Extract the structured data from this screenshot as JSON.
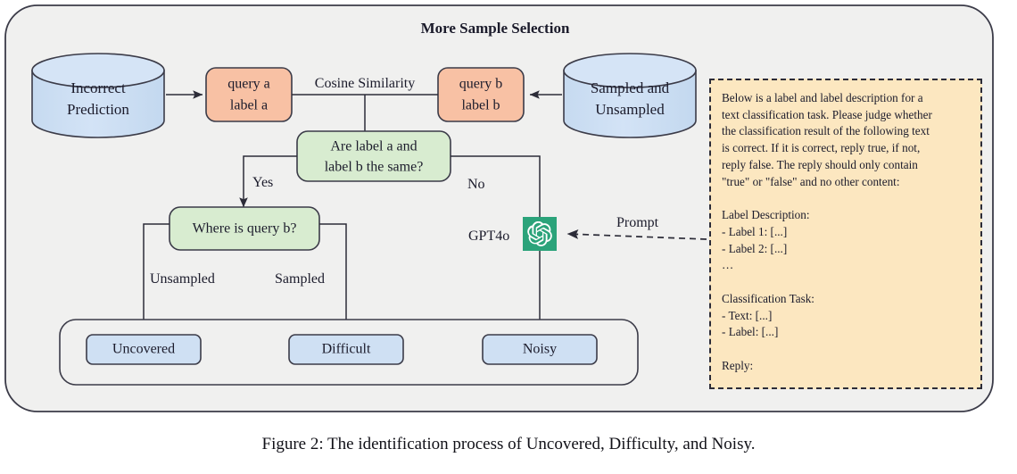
{
  "figure": {
    "panel_title": "More Sample Selection",
    "caption": "Figure 2: The identification process of Uncovered, Difficulty, and Noisy."
  },
  "colors": {
    "panel_fill": "#f0f0ef",
    "panel_stroke": "#3b3b48",
    "cylinder_fill": "#cfe0f3",
    "query_fill": "#f8c1a4",
    "decision_fill": "#d8ecd0",
    "result_fill": "#cfe0f3",
    "prompt_fill": "#fce7c0",
    "gpt_green": "#2ba37a"
  },
  "nodes": {
    "incorrect_prediction": {
      "label_line1": "Incorrect",
      "label_line2": "Prediction",
      "shape": "cylinder"
    },
    "sampled_unsampled": {
      "label_line1": "Sampled and",
      "label_line2": "Unsampled",
      "shape": "cylinder"
    },
    "query_a": {
      "label_line1": "query a",
      "label_line2": "label a",
      "shape": "rounded-rect"
    },
    "query_b": {
      "label_line1": "query b",
      "label_line2": "label b",
      "shape": "rounded-rect"
    },
    "decision_same_label": {
      "label_line1": "Are label a and",
      "label_line2": "label b the same?",
      "shape": "rounded-rect"
    },
    "decision_where_query_b": {
      "label_line1": "Where is query b?",
      "shape": "rounded-rect"
    },
    "gpt4o": {
      "label": "GPT4o",
      "icon": "openai-logo-icon"
    },
    "result_uncovered": {
      "label": "Uncovered",
      "shape": "rounded-rect"
    },
    "result_difficult": {
      "label": "Difficult",
      "shape": "rounded-rect"
    },
    "result_noisy": {
      "label": "Noisy",
      "shape": "rounded-rect"
    }
  },
  "edge_labels": {
    "cosine_similarity": "Cosine Similarity",
    "yes": "Yes",
    "no": "No",
    "unsampled": "Unsampled",
    "sampled": "Sampled",
    "prompt": "Prompt"
  },
  "prompt_panel": {
    "text": "Below is a label and label description for a\ntext classification task. Please judge whether\nthe classification result of the following text\nis correct. If it is correct, reply true, if not,\nreply false. The reply should only contain\n\"true\" or \"false\" and no other content:\n\nLabel Description:\n- Label 1: [...]\n- Label 2: [...]\n…\n\nClassification Task:\n- Text: [...]\n- Label: [...]\n\nReply:"
  }
}
